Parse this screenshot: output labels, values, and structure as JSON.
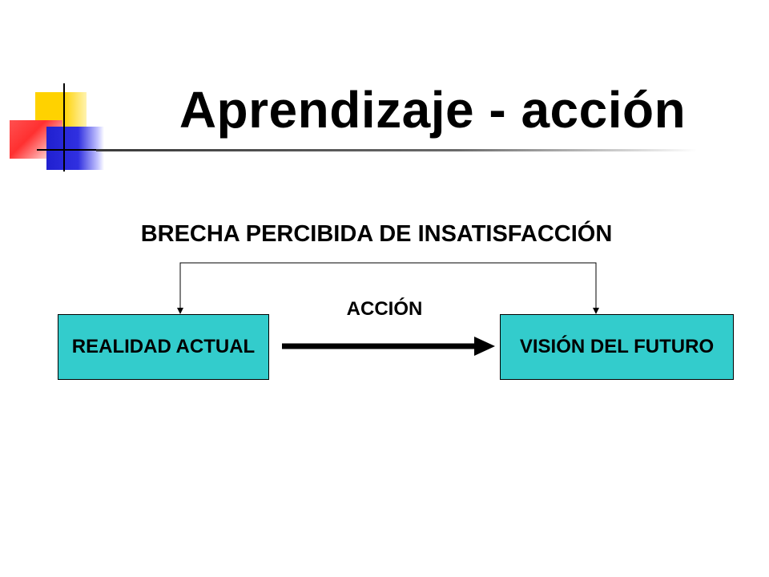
{
  "slide": {
    "title": "Aprendizaje - acción",
    "gap_label": "BRECHA PERCIBIDA DE INSATISFACCIÓN",
    "action_label": "ACCIÓN",
    "boxes": {
      "current_reality": "REALIDAD ACTUAL",
      "future_vision": "VISIÓN DEL FUTURO"
    }
  },
  "colors": {
    "box_fill": "#33cccc",
    "text": "#000000",
    "logo_yellow": "#ffd200",
    "logo_red": "#ff4040",
    "logo_blue": "#2020d0"
  }
}
